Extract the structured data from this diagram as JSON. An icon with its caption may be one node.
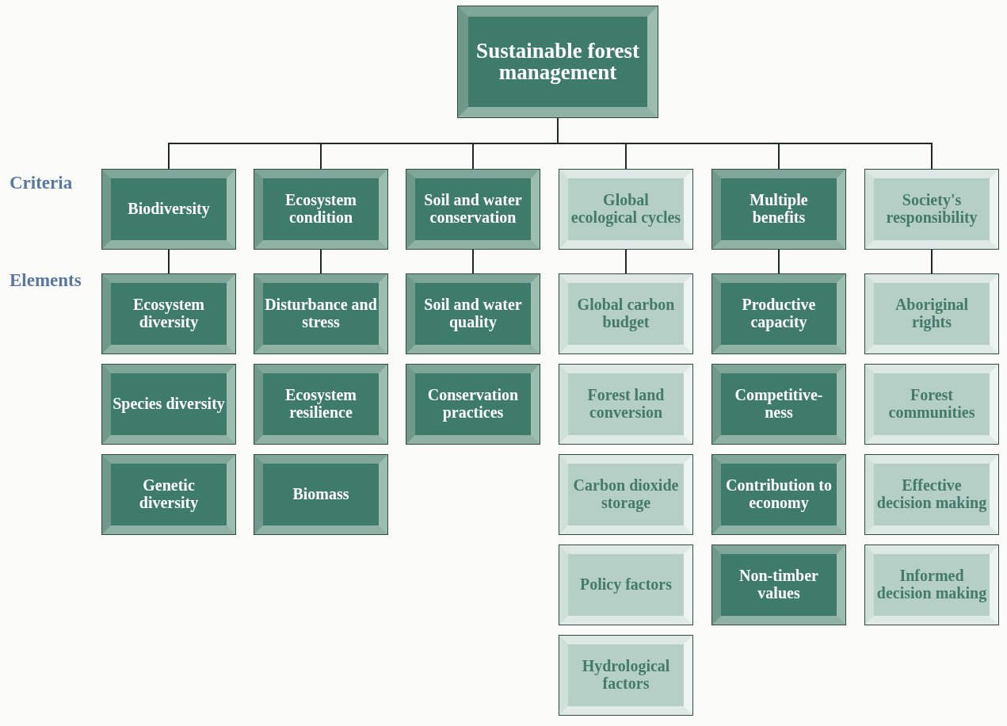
{
  "diagram": {
    "nodes": [
      {
        "text": [
          "Sustainable forest management"
        ]
      },
      {
        "text": [
          "Biodiversity"
        ]
      },
      {
        "text": [
          "Ecosystem condition"
        ]
      },
      {
        "text": [
          "Soil and water conservation"
        ]
      },
      {
        "text": [
          "Global ecological cycles"
        ]
      },
      {
        "text": [
          "Multiple benefits"
        ]
      },
      {
        "text": [
          "Society's responsibility"
        ]
      },
      {
        "text": [
          "Ecosystem diversity"
        ]
      },
      {
        "text": [
          "Species diversity"
        ]
      },
      {
        "text": [
          "Genetic diversity"
        ]
      },
      {
        "text": [
          "Disturbance and stress"
        ]
      },
      {
        "text": [
          "Ecosystem resilience"
        ]
      },
      {
        "text": [
          "Biomass"
        ]
      },
      {
        "text": [
          "Soil and water quality"
        ]
      },
      {
        "text": [
          "Conservation practices"
        ]
      },
      {
        "text": [
          "Global carbon budget"
        ]
      },
      {
        "text": [
          "Forest land conversion"
        ]
      },
      {
        "text": [
          "Carbon dioxide storage"
        ]
      },
      {
        "text": [
          "Policy factors"
        ]
      },
      {
        "text": [
          "Hydrological factors"
        ]
      },
      {
        "text": [
          "Productive capacity"
        ]
      },
      {
        "text": [
          "Competitive-ness"
        ]
      },
      {
        "text": [
          "Contribution to economy"
        ]
      },
      {
        "text": [
          "Non-timber values"
        ]
      },
      {
        "text": [
          "Aboriginal rights"
        ]
      },
      {
        "text": [
          "Forest communities"
        ]
      },
      {
        "text": [
          "Effective decision making"
        ]
      },
      {
        "text": [
          "Informed decision making"
        ]
      }
    ],
    "edges": [
      {
        "from": 0,
        "to": 1,
        "arrow": "none"
      },
      {
        "from": 0,
        "to": 2,
        "arrow": "none"
      },
      {
        "from": 0,
        "to": 3,
        "arrow": "none"
      },
      {
        "from": 0,
        "to": 4,
        "arrow": "none"
      },
      {
        "from": 0,
        "to": 5,
        "arrow": "none"
      },
      {
        "from": 0,
        "to": 6,
        "arrow": "none"
      },
      {
        "from": 1,
        "to": 7,
        "arrow": "none"
      },
      {
        "from": 2,
        "to": 10,
        "arrow": "none"
      },
      {
        "from": 3,
        "to": 13,
        "arrow": "none"
      },
      {
        "from": 4,
        "to": 15,
        "arrow": "none"
      },
      {
        "from": 5,
        "to": 20,
        "arrow": "none"
      },
      {
        "from": 6,
        "to": 24,
        "arrow": "none"
      }
    ],
    "labels": [
      "Criteria",
      "Elements"
    ]
  }
}
